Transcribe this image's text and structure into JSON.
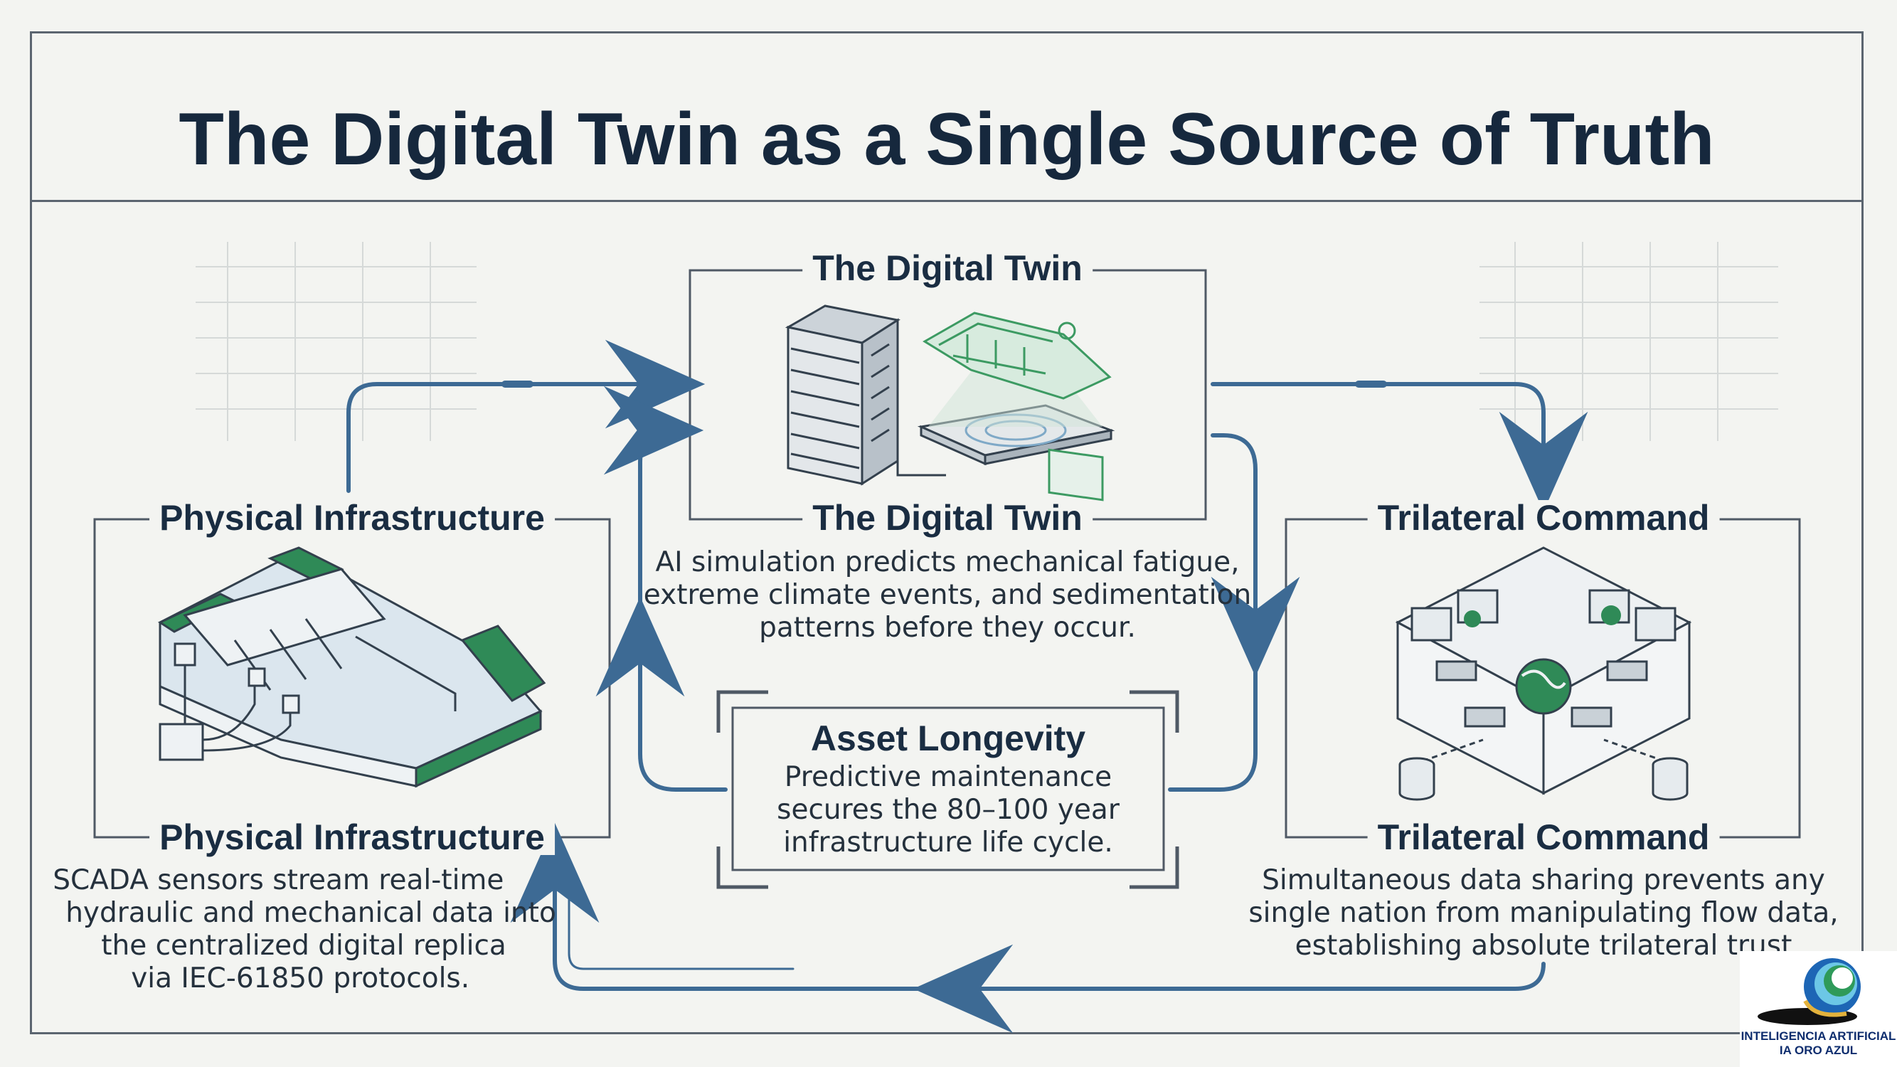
{
  "title": "The Digital Twin as a Single Source of Truth",
  "nodes": {
    "twin": {
      "label_top": "The Digital Twin",
      "label": "The Digital Twin",
      "description": [
        "AI simulation predicts mechanical fatigue,",
        "extreme climate events, and sedimentation",
        "patterns before they occur."
      ]
    },
    "physical": {
      "label_top": "Physical Infrastructure",
      "label": "Physical Infrastructure",
      "description": [
        "SCADA sensors stream real-time",
        "hydraulic and mechanical data into",
        "the centralized digital replica",
        "via IEC-61850 protocols."
      ]
    },
    "trilateral": {
      "label_top": "Trilateral Command",
      "label": "Trilateral Command",
      "description": [
        "Simultaneous data sharing prevents any",
        "single nation from manipulating flow data,",
        "establishing absolute trilateral trust"
      ]
    },
    "asset": {
      "label": "Asset Longevity",
      "description": [
        "Predictive maintenance",
        "secures the 80–100 year",
        "infrastructure life cycle."
      ]
    }
  },
  "icons": {
    "twin": [
      "server-rack-icon",
      "holographic-dam-model-icon"
    ],
    "physical": "dam-with-sensors-icon",
    "trilateral": [
      "control-room-icon",
      "globe-icon",
      "database-icon"
    ]
  },
  "logo": {
    "line1": "INTELIGENCIA ARTIFICIAL",
    "line2": "IA ORO AZUL"
  },
  "colors": {
    "accent_blue": "#3d6a94",
    "green": "#2f8a57",
    "ink": "#16283d",
    "background": "#f3f4f1"
  }
}
